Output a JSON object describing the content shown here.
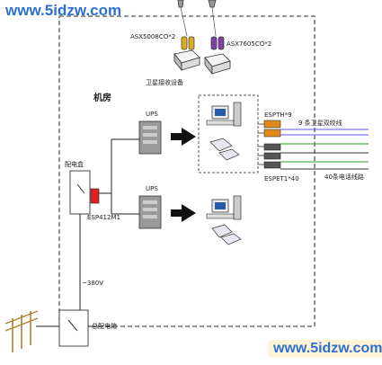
{
  "watermarks": {
    "top": "www.5idzw.com",
    "bottom": "www.5idzw.com"
  },
  "labels": {
    "asx5008": "ASX5008CO*2",
    "asx7605": "ASX7605CO*2",
    "satellite_receiver": "卫星接收设备",
    "machine_room": "机房",
    "ups_top": "UPS",
    "ups_bottom": "UPS",
    "espth": "ESPTH*9",
    "espth_desc": "9 条卫星双绞线",
    "espet": "ESPET1*40",
    "espet_desc": "40条电话线路",
    "distribution_box": "配电盒",
    "esp412": "ESP412M1",
    "voltage": "~380V",
    "main_distribution": "总配电箱"
  },
  "colors": {
    "frame": "#555555",
    "line": "#222222",
    "blue_line": "#5a5aff",
    "green_line": "#2aa02a",
    "orange": "#e08a1e",
    "red_protector": "#e02020",
    "yellow_device": "#d8b020",
    "purple_device": "#8040a0"
  }
}
